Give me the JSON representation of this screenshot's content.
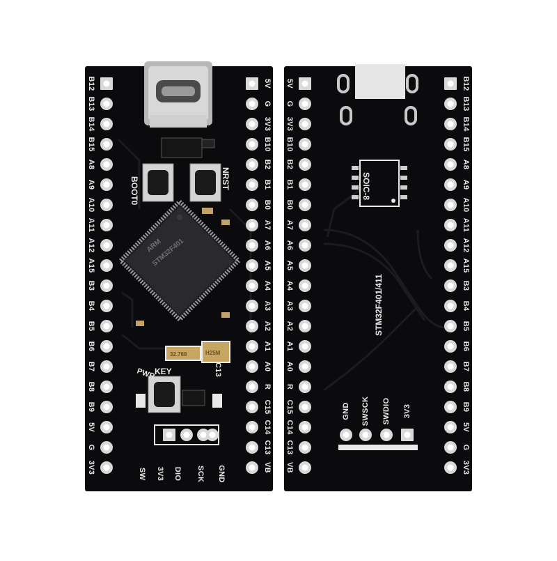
{
  "front": {
    "left_pins": [
      "B12",
      "B13",
      "B14",
      "B15",
      "A8",
      "A9",
      "A10",
      "A11",
      "A12",
      "A15",
      "B3",
      "B4",
      "B5",
      "B6",
      "B7",
      "B8",
      "B9",
      "5V",
      "G",
      "3V3"
    ],
    "right_pins": [
      "5V",
      "G",
      "3V3",
      "B10",
      "B2",
      "B1",
      "B0",
      "A7",
      "A6",
      "A5",
      "A4",
      "A3",
      "A2",
      "A1",
      "A0",
      "R",
      "C15",
      "C14",
      "C13",
      "VB"
    ],
    "button_labels": {
      "boot": "BOOT0",
      "nrst": "NRST",
      "key": "KEY",
      "pwr": "PWR"
    },
    "chip_text": [
      "ARM",
      "STM32F401"
    ],
    "crystal_text": "32.768",
    "crystal2_text": "H25M",
    "c13_label": "C13",
    "debug_pins": [
      "SW",
      "3V3",
      "DIO",
      "SCK",
      "GND"
    ]
  },
  "back": {
    "left_pins": [
      "5V",
      "G",
      "3V3",
      "B10",
      "B2",
      "B1",
      "B0",
      "A7",
      "A6",
      "A5",
      "A4",
      "A3",
      "A2",
      "A1",
      "A0",
      "R",
      "C15",
      "C14",
      "C13",
      "VB"
    ],
    "right_pins": [
      "B12",
      "B13",
      "B14",
      "B15",
      "A8",
      "A9",
      "A10",
      "A11",
      "A12",
      "A15",
      "B3",
      "B4",
      "B5",
      "B6",
      "B7",
      "B8",
      "B9",
      "5V",
      "G",
      "3V3"
    ],
    "soic_label": "SOIC-8",
    "model_label": "STM32F401/411",
    "debug_pins": [
      "GND",
      "SWSCK",
      "SWDIO",
      "3V3"
    ]
  },
  "colors": {
    "pcb": "#0b0b0d",
    "silk": "#e9e9e9",
    "pad": "#d9d9d9",
    "trace": "#1b1b20"
  }
}
